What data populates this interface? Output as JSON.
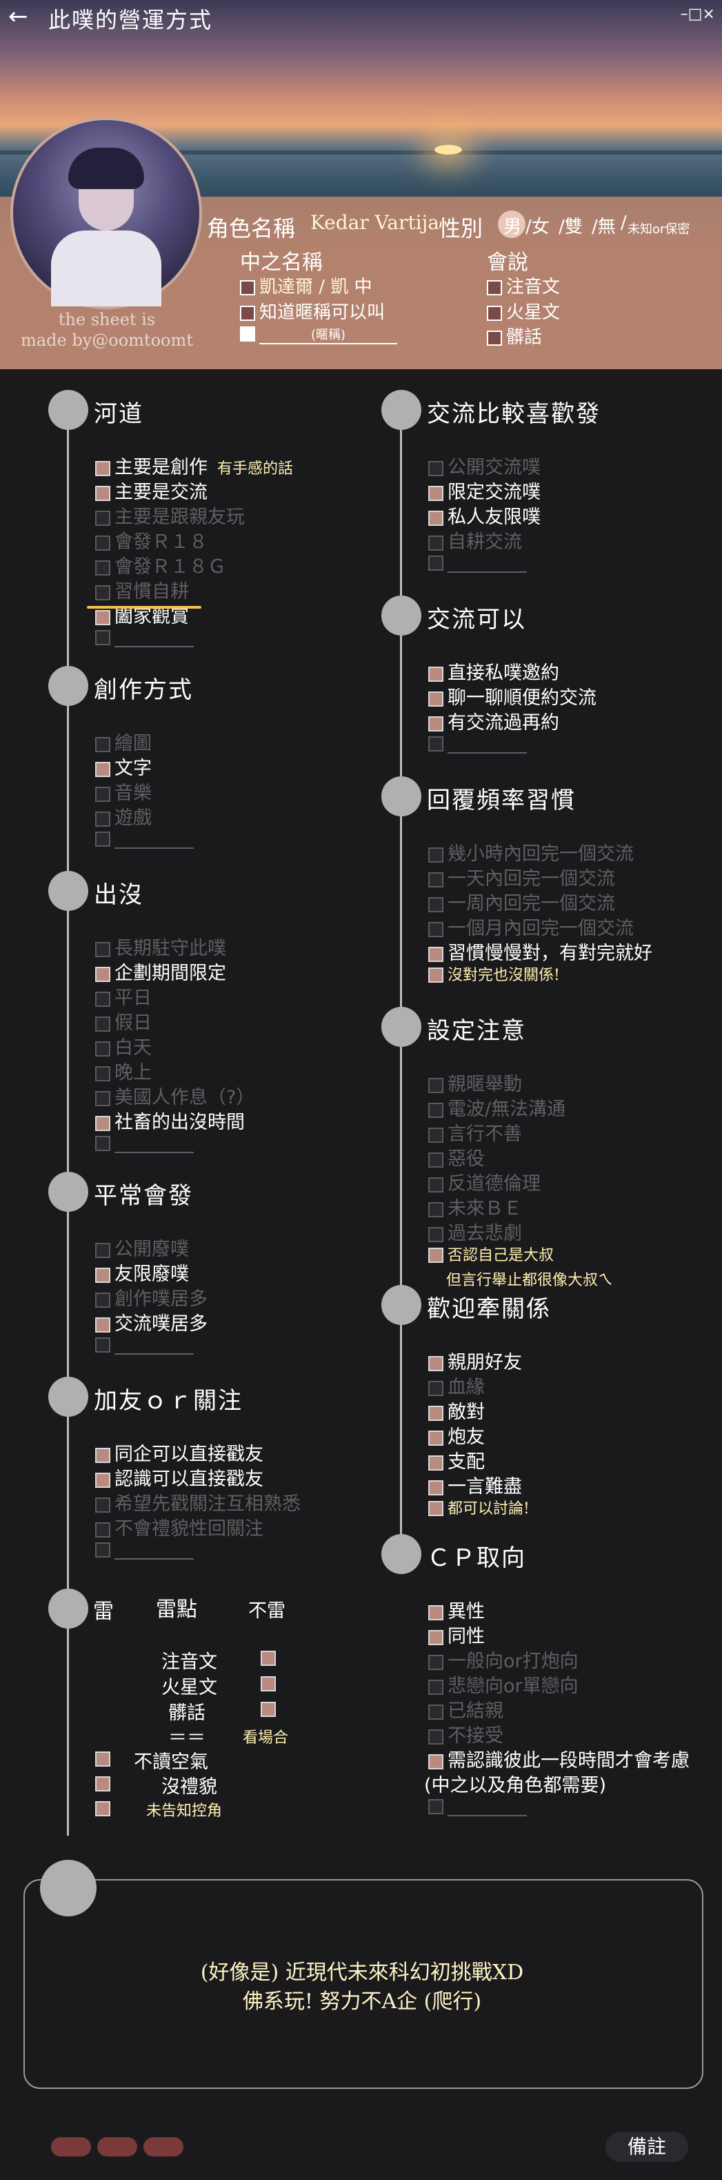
{
  "window": {
    "title": "此噗的營運方式",
    "back_icon": "←",
    "controls": "–□×"
  },
  "profile": {
    "credit_line1": "the sheet is",
    "credit_line2": "made by@oomtoomt",
    "name_label": "角色名稱",
    "name_value": "Kedar Vartija",
    "gender_label": "性別",
    "gender_options": [
      "男",
      "/女",
      "/雙",
      "/無",
      "/"
    ],
    "gender_extra": "未知or保密",
    "gender_selected": "男",
    "cn_name_label": "中之名稱",
    "cn_names": [
      {
        "text": "凱達爾 / 凱",
        "suffix": "中",
        "checked": true
      },
      {
        "text": "知道暱稱可以叫",
        "checked": true
      },
      {
        "text": "(暱稱)",
        "checked": false
      }
    ],
    "speaks_label": "會說",
    "speaks": [
      {
        "text": "注音文",
        "checked": true
      },
      {
        "text": "火星文",
        "checked": true
      },
      {
        "text": "髒話",
        "checked": true
      }
    ]
  },
  "left": {
    "sections": [
      {
        "title": "河道",
        "items": [
          {
            "text": "主要是創作",
            "on": true,
            "note": "有手感的話"
          },
          {
            "text": "主要是交流",
            "on": true
          },
          {
            "text": "主要是跟親友玩",
            "on": false
          },
          {
            "text": "會發Ｒ１８",
            "on": false
          },
          {
            "text": "會發Ｒ１８Ｇ",
            "on": false
          },
          {
            "text": "習慣自耕",
            "on": false
          },
          {
            "text": "闔家觀賞",
            "on": true
          },
          {
            "text": "",
            "on": false
          }
        ]
      },
      {
        "title": "創作方式",
        "items": [
          {
            "text": "繪圖",
            "on": false
          },
          {
            "text": "文字",
            "on": true
          },
          {
            "text": "音樂",
            "on": false
          },
          {
            "text": "遊戲",
            "on": false
          },
          {
            "text": "",
            "on": false
          }
        ]
      },
      {
        "title": "出沒",
        "items": [
          {
            "text": "長期駐守此噗",
            "on": false
          },
          {
            "text": "企劃期間限定",
            "on": true
          },
          {
            "text": "平日",
            "on": false
          },
          {
            "text": "假日",
            "on": false
          },
          {
            "text": "白天",
            "on": false
          },
          {
            "text": "晚上",
            "on": false
          },
          {
            "text": "美國人作息（?）",
            "on": false
          },
          {
            "text": "社畜的出沒時間",
            "on": true
          },
          {
            "text": "",
            "on": false
          }
        ]
      },
      {
        "title": "平常會發",
        "items": [
          {
            "text": "公開廢噗",
            "on": false
          },
          {
            "text": "友限廢噗",
            "on": true
          },
          {
            "text": "創作噗居多",
            "on": false
          },
          {
            "text": "交流噗居多",
            "on": true
          },
          {
            "text": "",
            "on": false
          }
        ]
      },
      {
        "title": "加友ｏｒ關注",
        "items": [
          {
            "text": "同企可以直接戳友",
            "on": true
          },
          {
            "text": "認識可以直接戳友",
            "on": true
          },
          {
            "text": "希望先戳關注互相熟悉",
            "on": false
          },
          {
            "text": "不會禮貌性回關注",
            "on": false
          },
          {
            "text": "",
            "on": false
          }
        ]
      }
    ],
    "thunder": {
      "title": "雷",
      "center_label": "雷點",
      "right_label": "不雷",
      "rows": [
        {
          "text": "注音文",
          "mark": "right"
        },
        {
          "text": "火星文",
          "mark": "right"
        },
        {
          "text": "髒話",
          "mark": "right"
        },
        {
          "text": "＝＝",
          "note": "看場合"
        },
        {
          "text": "不讀空氣",
          "mark": "left"
        },
        {
          "text": "沒禮貌",
          "mark": "left"
        },
        {
          "text": "",
          "note": "未告知控角",
          "mark": "left"
        }
      ]
    }
  },
  "right": {
    "sections": [
      {
        "title": "交流比較喜歡發",
        "items": [
          {
            "text": "公開交流噗",
            "on": false
          },
          {
            "text": "限定交流噗",
            "on": true
          },
          {
            "text": "私人友限噗",
            "on": true
          },
          {
            "text": "自耕交流",
            "on": false
          },
          {
            "text": "",
            "on": false
          }
        ]
      },
      {
        "title": "交流可以",
        "items": [
          {
            "text": "直接私噗邀約",
            "on": true
          },
          {
            "text": "聊一聊順便約交流",
            "on": true
          },
          {
            "text": "有交流過再約",
            "on": true
          },
          {
            "text": "",
            "on": false
          }
        ]
      },
      {
        "title": "回覆頻率習慣",
        "items": [
          {
            "text": "幾小時內回完一個交流",
            "on": false
          },
          {
            "text": "一天內回完一個交流",
            "on": false
          },
          {
            "text": "一周內回完一個交流",
            "on": false
          },
          {
            "text": "一個月內回完一個交流",
            "on": false
          },
          {
            "text": "習慣慢慢對，有對完就好",
            "on": true
          },
          {
            "text": "",
            "note": "沒對完也沒關係!",
            "on": true
          }
        ]
      },
      {
        "title": "設定注意",
        "items": [
          {
            "text": "親暱舉動",
            "on": false
          },
          {
            "text": "電波/無法溝通",
            "on": false
          },
          {
            "text": "言行不善",
            "on": false
          },
          {
            "text": "惡役",
            "on": false
          },
          {
            "text": "反道德倫理",
            "on": false
          },
          {
            "text": "未來ＢＥ",
            "on": false
          },
          {
            "text": "過去悲劇",
            "on": false
          },
          {
            "text": "",
            "note": "否認自己是大叔",
            "note2": "但言行舉止都很像大叔ㄟ",
            "on": true
          }
        ]
      },
      {
        "title": "歡迎牽關係",
        "items": [
          {
            "text": "親朋好友",
            "on": true
          },
          {
            "text": "血緣",
            "on": false
          },
          {
            "text": "敵對",
            "on": true
          },
          {
            "text": "炮友",
            "on": true
          },
          {
            "text": "支配",
            "on": true
          },
          {
            "text": "一言難盡",
            "on": true
          },
          {
            "text": "",
            "note": "都可以討論!",
            "on": true
          }
        ]
      },
      {
        "title": "ＣＰ取向",
        "items": [
          {
            "text": "異性",
            "on": true
          },
          {
            "text": "同性",
            "on": true
          },
          {
            "text": "一般向or打炮向",
            "on": false
          },
          {
            "text": "悲戀向or單戀向",
            "on": false
          },
          {
            "text": "已結親",
            "on": false
          },
          {
            "text": "不接受",
            "on": false
          },
          {
            "text": "需認識彼此一段時間才會考慮",
            "on": true
          },
          {
            "text": "(中之以及角色都需要)",
            "on": true,
            "nobox": true
          },
          {
            "text": "",
            "on": false
          }
        ]
      }
    ]
  },
  "memo": {
    "line1": "(好像是) 近現代未來科幻初挑戰XD",
    "line2": "佛系玩! 努力不A企 (爬行)",
    "remark_button": "備註"
  },
  "colors": {
    "accent_checked": "#b88a80",
    "note": "#fff0b0",
    "strike": "#f2c24a"
  }
}
